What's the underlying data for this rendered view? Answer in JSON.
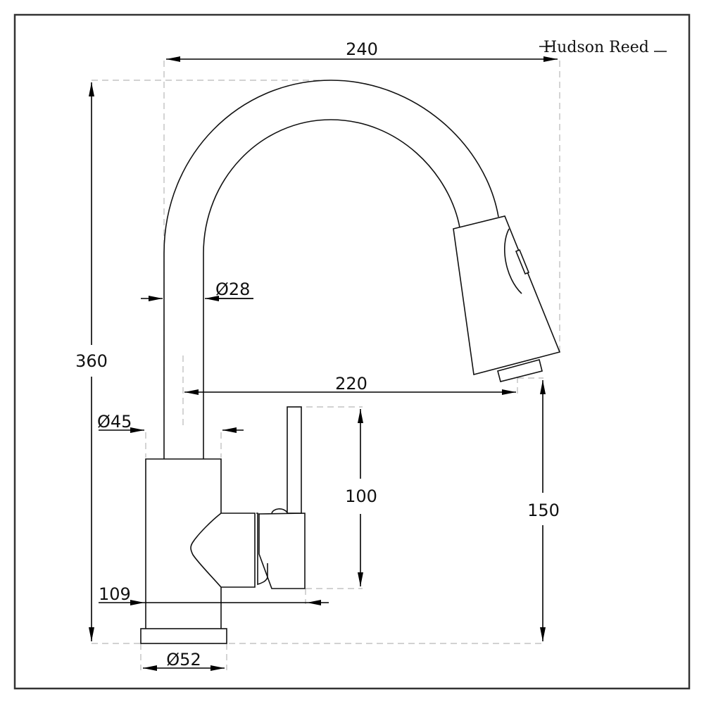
{
  "brand": {
    "name": "Hudson Reed"
  },
  "drawing": {
    "subject": "Pull-out kitchen mixer tap - side elevation",
    "units": "mm",
    "line_color": "#111111",
    "extension_line_color": "#b8b8b8",
    "background": "#ffffff"
  },
  "dimensions": {
    "overall_width": "240",
    "overall_height": "360",
    "spout_reach": "220",
    "spout_outlet_height": "150",
    "lever_height": "100",
    "body_depth": "109",
    "spout_diameter": "Ø28",
    "body_diameter": "Ø45",
    "base_diameter": "Ø52"
  }
}
